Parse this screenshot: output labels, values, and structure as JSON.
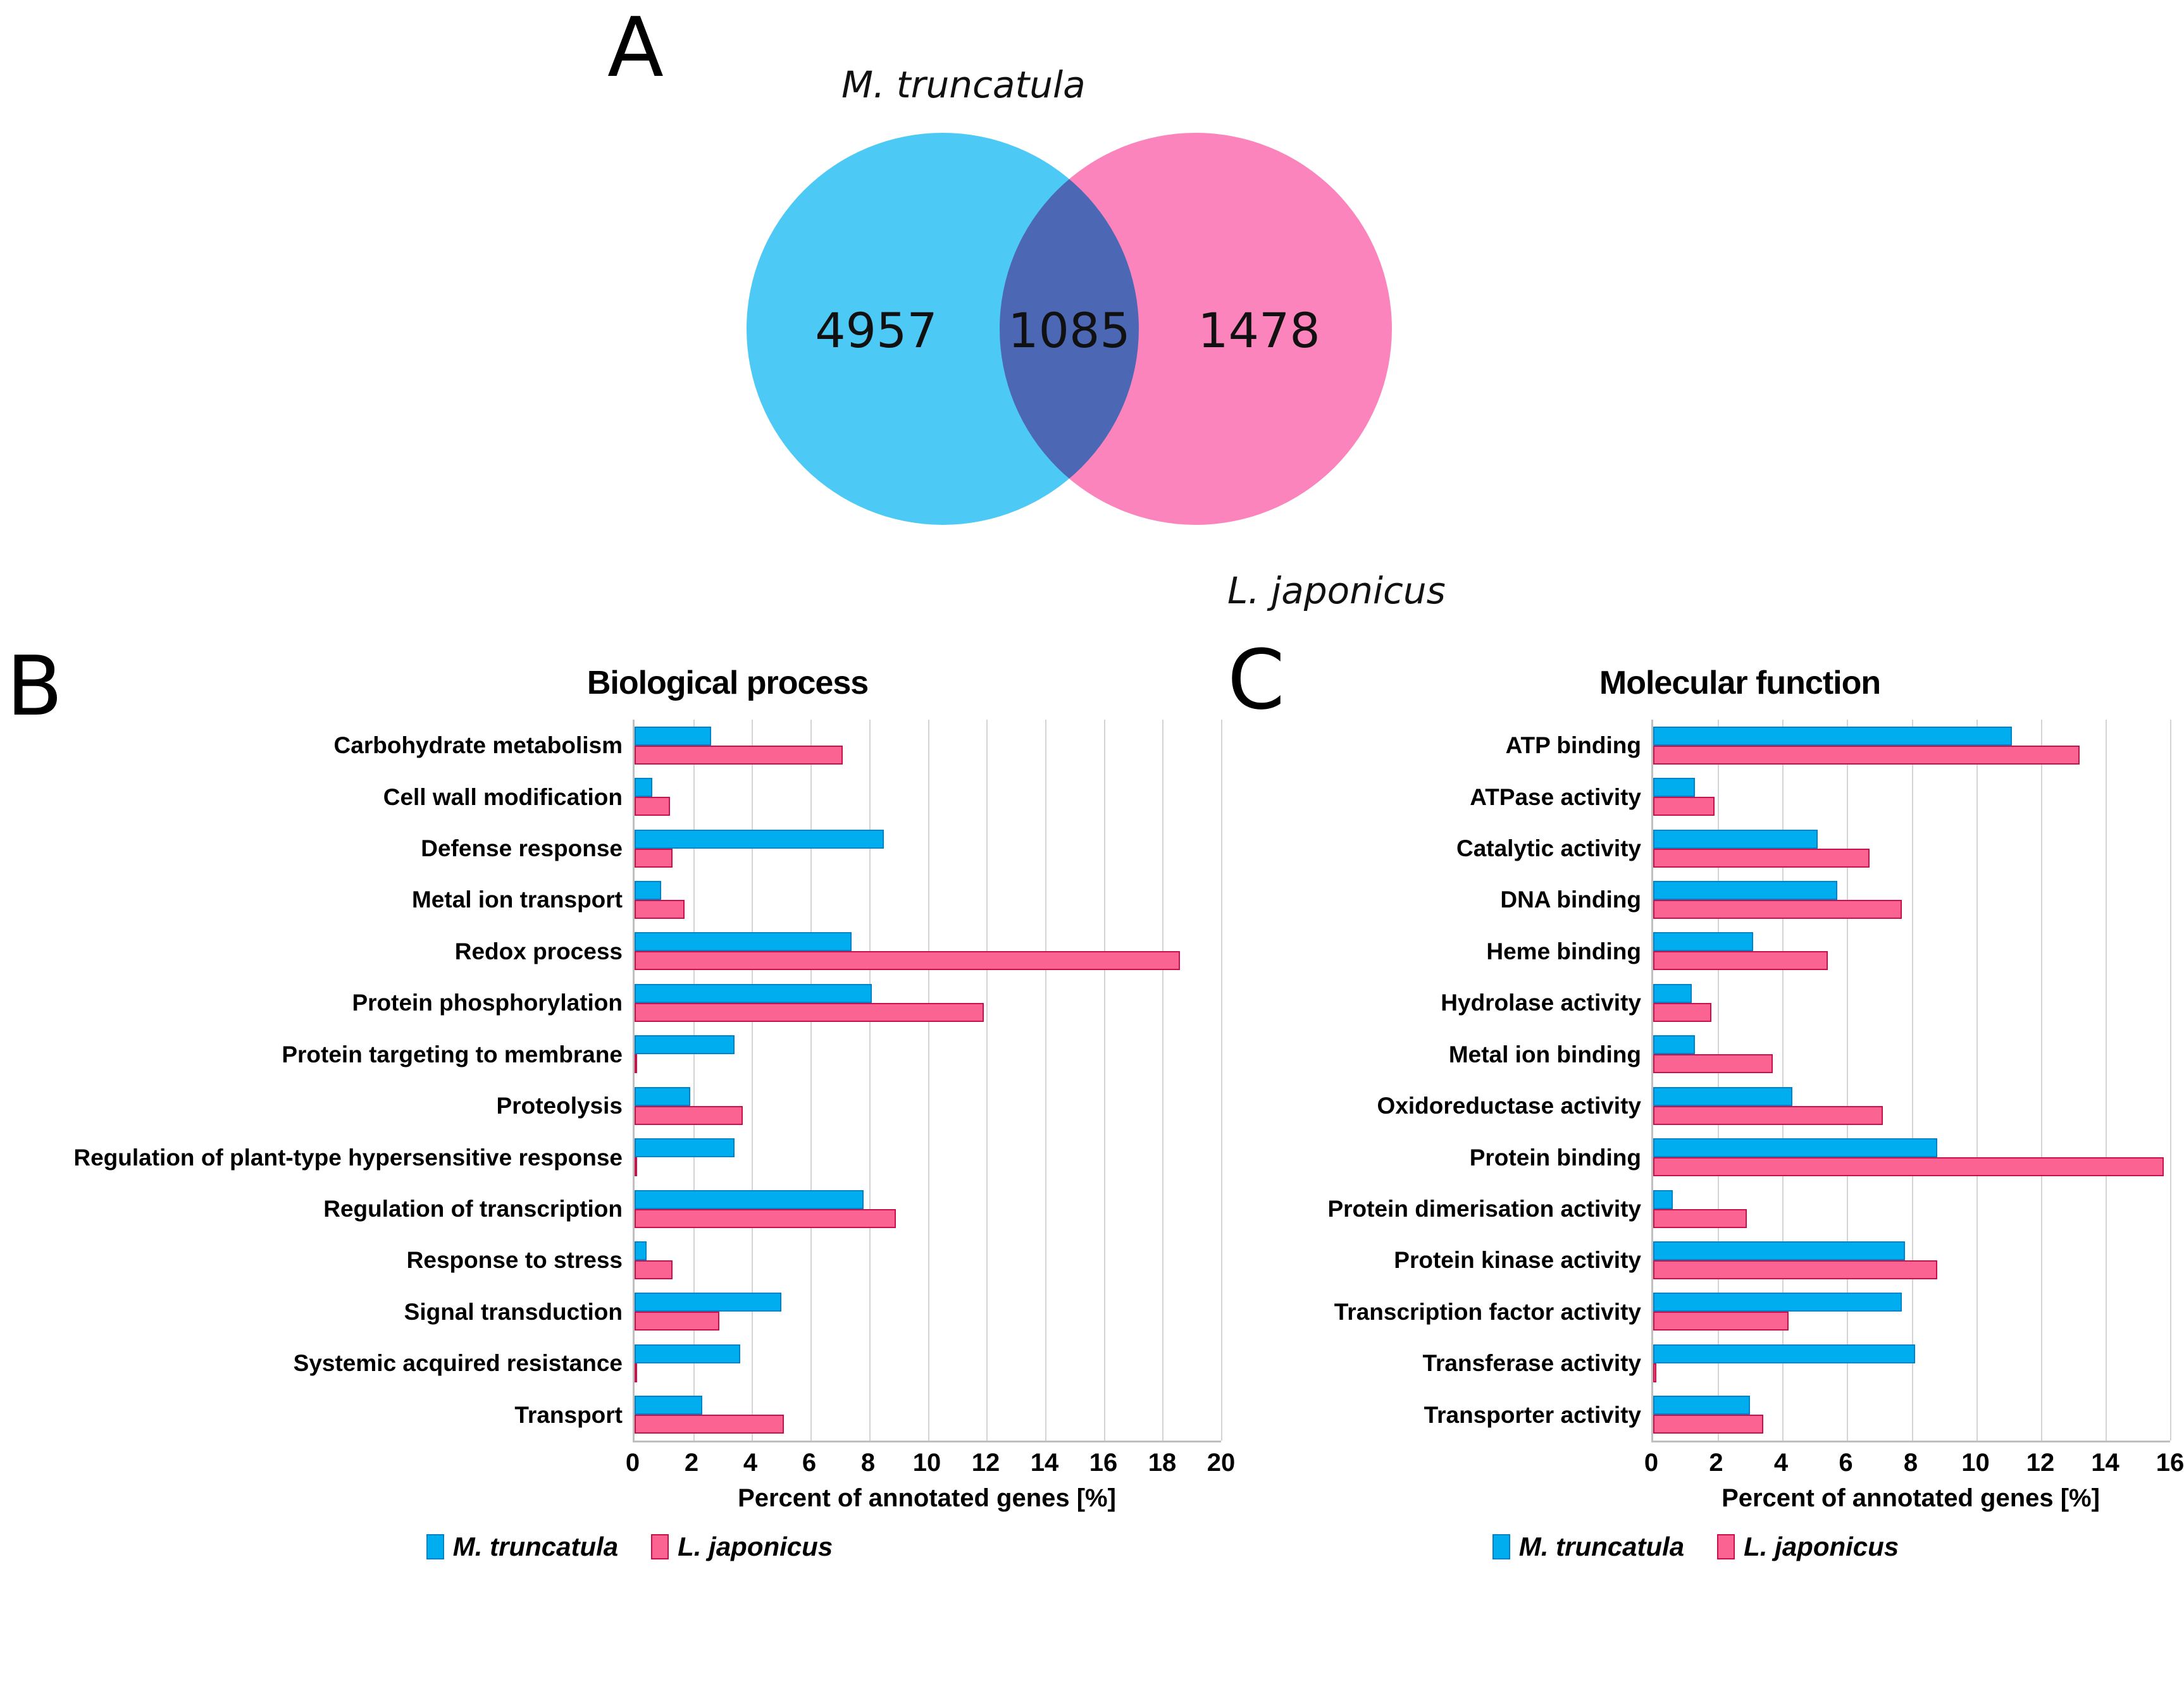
{
  "figure": {
    "panel_a_letter": "A",
    "panel_b_letter": "B",
    "panel_c_letter": "C"
  },
  "venn": {
    "left_label": "M. truncatula",
    "right_label": "L. japonicus",
    "left_only": "4957",
    "intersection": "1085",
    "right_only": "1478",
    "left_color": "#4DC9F5",
    "right_color": "#FB84BC",
    "overlap_color": "#C565BE"
  },
  "legend": {
    "blue_label": "M. truncatula",
    "pink_label": "L. japonicus",
    "blue_color": "#00AEEF",
    "pink_color": "#FB6392"
  },
  "axis_title": "Percent of annotated genes [%]",
  "chart_data": [
    {
      "type": "bar",
      "orientation": "horizontal",
      "panel": "B",
      "title": "Biological process",
      "xlabel": "Percent of annotated genes [%]",
      "ylabel": "",
      "xlim": [
        0,
        20
      ],
      "xticks": [
        0,
        2,
        4,
        6,
        8,
        10,
        12,
        14,
        16,
        18,
        20
      ],
      "xtick_labels": [
        "0",
        "2",
        "4",
        "6",
        "8",
        "10",
        "12",
        "14",
        "16",
        "18",
        "20"
      ],
      "grid": "vertical",
      "legend_position": "bottom-center",
      "categories": [
        "Carbohydrate metabolism",
        "Cell wall modification",
        "Defense response",
        "Metal ion transport",
        "Redox process",
        "Protein phosphorylation",
        "Protein targeting to membrane",
        "Proteolysis",
        "Regulation of plant-type hypersensitive response",
        "Regulation of transcription",
        "Response to stress",
        "Signal transduction",
        "Systemic acquired resistance",
        "Transport"
      ],
      "series": [
        {
          "name": "M. truncatula",
          "color": "#00AEEF",
          "values": [
            2.6,
            0.6,
            8.5,
            0.9,
            7.4,
            8.1,
            3.4,
            1.9,
            3.4,
            7.8,
            0.4,
            5.0,
            3.6,
            2.3
          ]
        },
        {
          "name": "L. japonicus",
          "color": "#FB6392",
          "values": [
            7.1,
            1.2,
            1.3,
            1.7,
            18.6,
            11.9,
            0.0,
            3.7,
            0.0,
            8.9,
            1.3,
            2.9,
            0.0,
            5.1
          ]
        }
      ]
    },
    {
      "type": "bar",
      "orientation": "horizontal",
      "panel": "C",
      "title": "Molecular function",
      "xlabel": "Percent of annotated genes [%]",
      "ylabel": "",
      "xlim": [
        0,
        16
      ],
      "xticks": [
        0,
        2,
        4,
        6,
        8,
        10,
        12,
        14,
        16
      ],
      "xtick_labels": [
        "0",
        "2",
        "4",
        "6",
        "8",
        "10",
        "12",
        "14",
        "16"
      ],
      "grid": "vertical",
      "legend_position": "bottom-center",
      "categories": [
        "ATP binding",
        "ATPase activity",
        "Catalytic activity",
        "DNA binding",
        "Heme binding",
        "Hydrolase activity",
        "Metal ion binding",
        "Oxidoreductase activity",
        "Protein binding",
        "Protein dimerisation activity",
        "Protein kinase activity",
        "Transcription factor activity",
        "Transferase activity",
        "Transporter activity"
      ],
      "series": [
        {
          "name": "M. truncatula",
          "color": "#00AEEF",
          "values": [
            11.1,
            1.3,
            5.1,
            5.7,
            3.1,
            1.2,
            1.3,
            4.3,
            8.8,
            0.6,
            7.8,
            7.7,
            8.1,
            3.0
          ]
        },
        {
          "name": "L. japonicus",
          "color": "#FB6392",
          "values": [
            13.2,
            1.9,
            6.7,
            7.7,
            5.4,
            1.8,
            3.7,
            7.1,
            15.8,
            2.9,
            8.8,
            4.2,
            0.1,
            3.4
          ]
        }
      ]
    }
  ]
}
